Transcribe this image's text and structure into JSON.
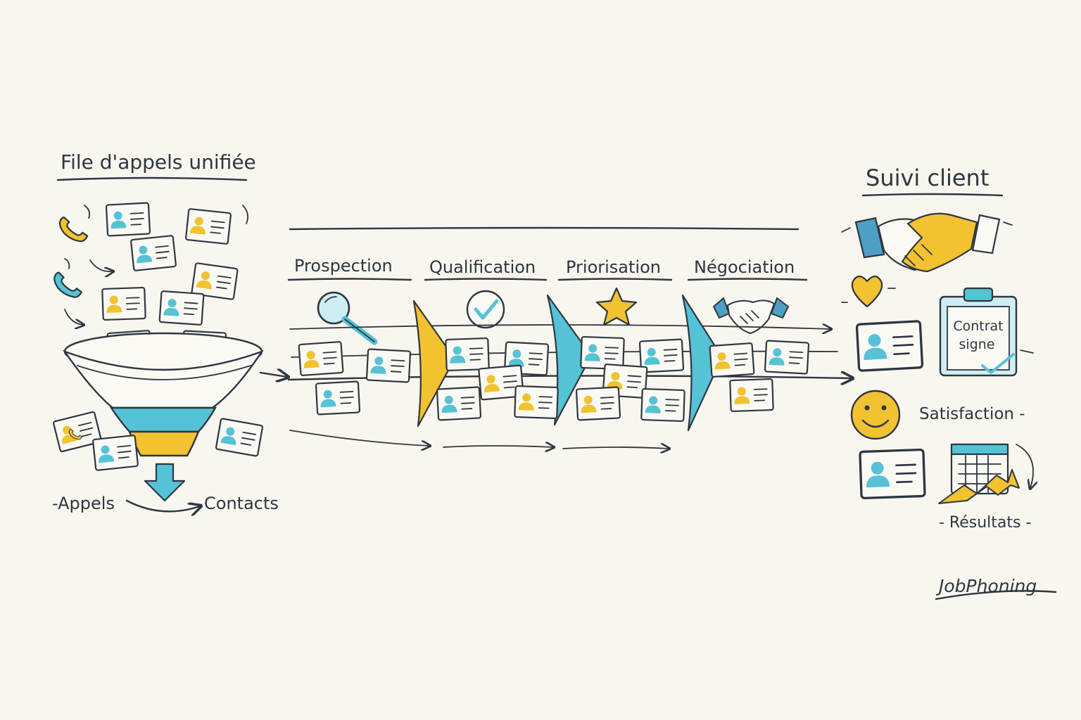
{
  "labels": {
    "queue_title": "File d'appels unifiée",
    "appels": "-Appels",
    "contacts": "Contacts",
    "followup_title": "Suivi client",
    "contract_line1": "Contrat",
    "contract_line2": "signe",
    "satisfaction": "Satisfaction -",
    "results": "- Résultats -",
    "brand": "JobPhoning"
  },
  "stages": [
    {
      "label": "Prospection",
      "icon": "magnifier-icon"
    },
    {
      "label": "Qualification",
      "icon": "checkmark-icon"
    },
    {
      "label": "Priorisation",
      "icon": "star-icon"
    },
    {
      "label": "Négociation",
      "icon": "handshake-icon"
    }
  ],
  "colors": {
    "ink": "#2d3640",
    "blue": "#56c2d6",
    "yellow": "#f2c230",
    "paper": "#f9f6ef"
  }
}
